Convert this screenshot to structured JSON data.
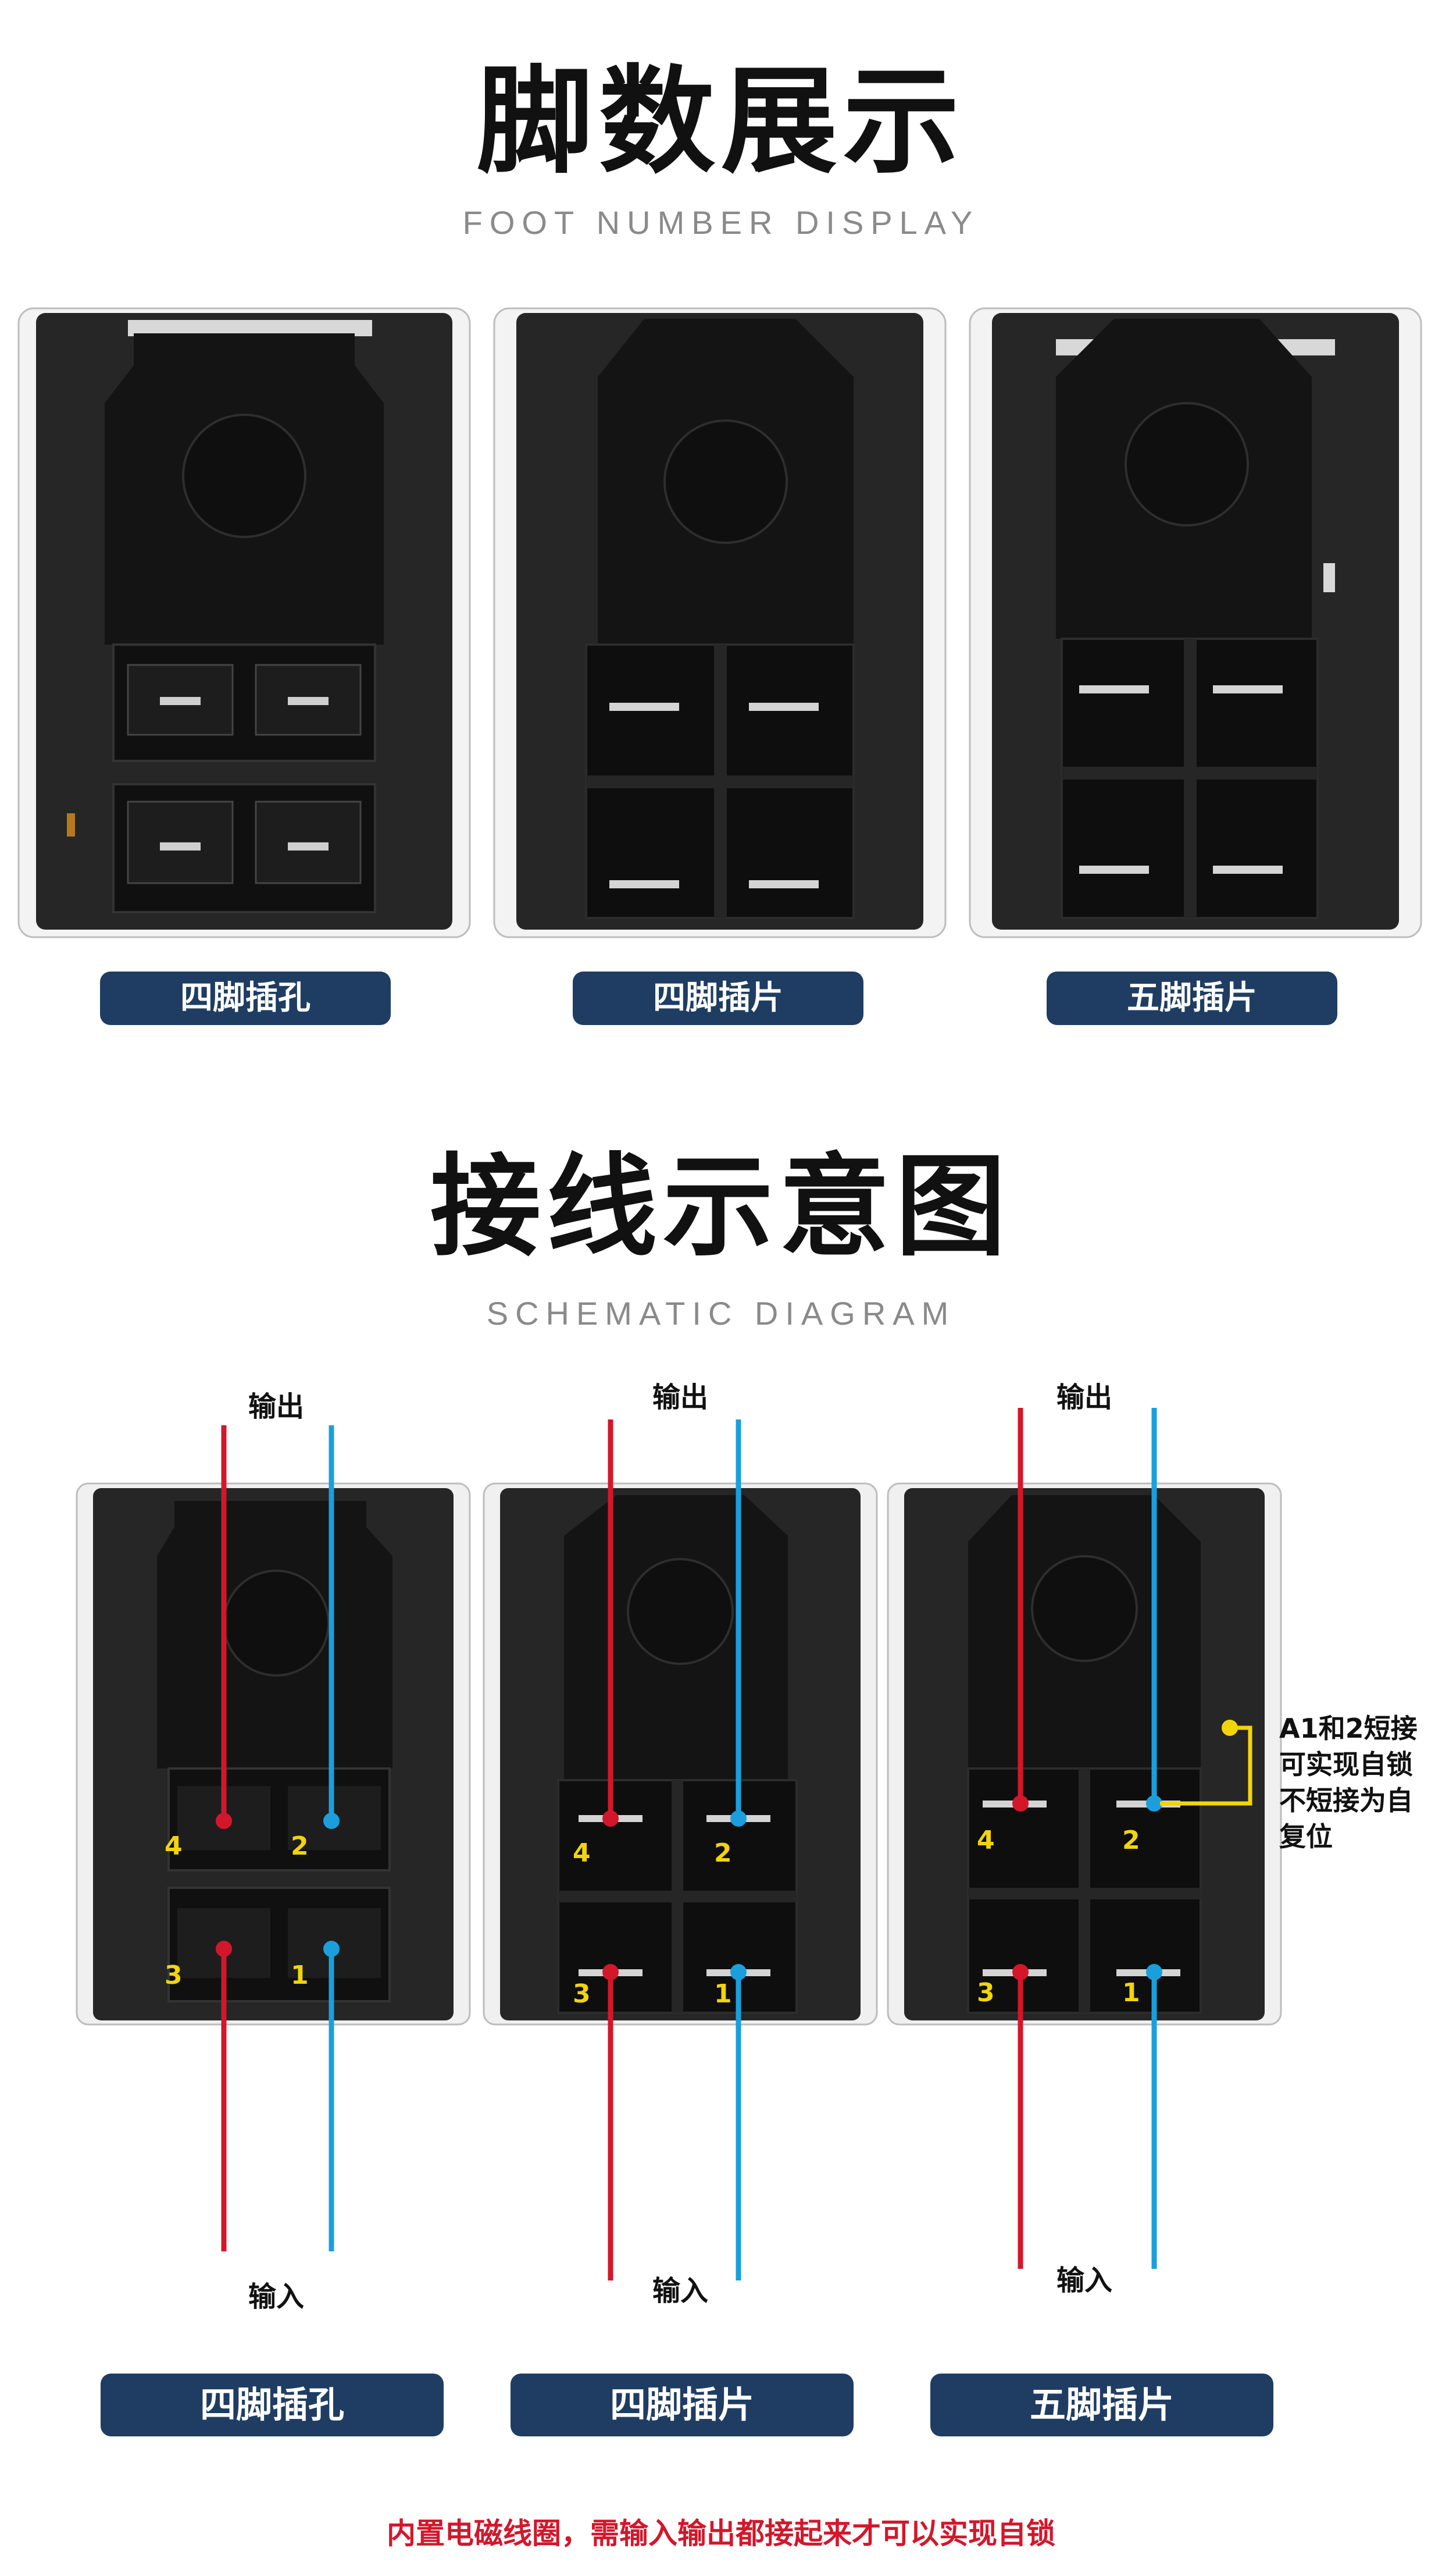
{
  "section1": {
    "title": "脚数展示",
    "subtitle": "FOOT NUMBER DISPLAY",
    "labels": [
      "四脚插孔",
      "四脚插片",
      "五脚插片"
    ]
  },
  "section2": {
    "title": "接线示意图",
    "subtitle": "SCHEMATIC DIAGRAM",
    "output_label": "输出",
    "input_label": "输入",
    "pin_numbers": [
      "4",
      "2",
      "3",
      "1"
    ],
    "side_note": "A1和2短接可实现自锁不短接为自复位",
    "labels": [
      "四脚插孔",
      "四脚插片",
      "五脚插片"
    ],
    "footer_note": "内置电磁线圈，需输入输出都接起来才可以实现自锁"
  },
  "colors": {
    "label_bg": "#1f3d63",
    "wire_red": "#d3172b",
    "wire_blue": "#1b9fdc",
    "jumper_yellow": "#f2d40a",
    "switch_body": "#1a1a1a"
  }
}
